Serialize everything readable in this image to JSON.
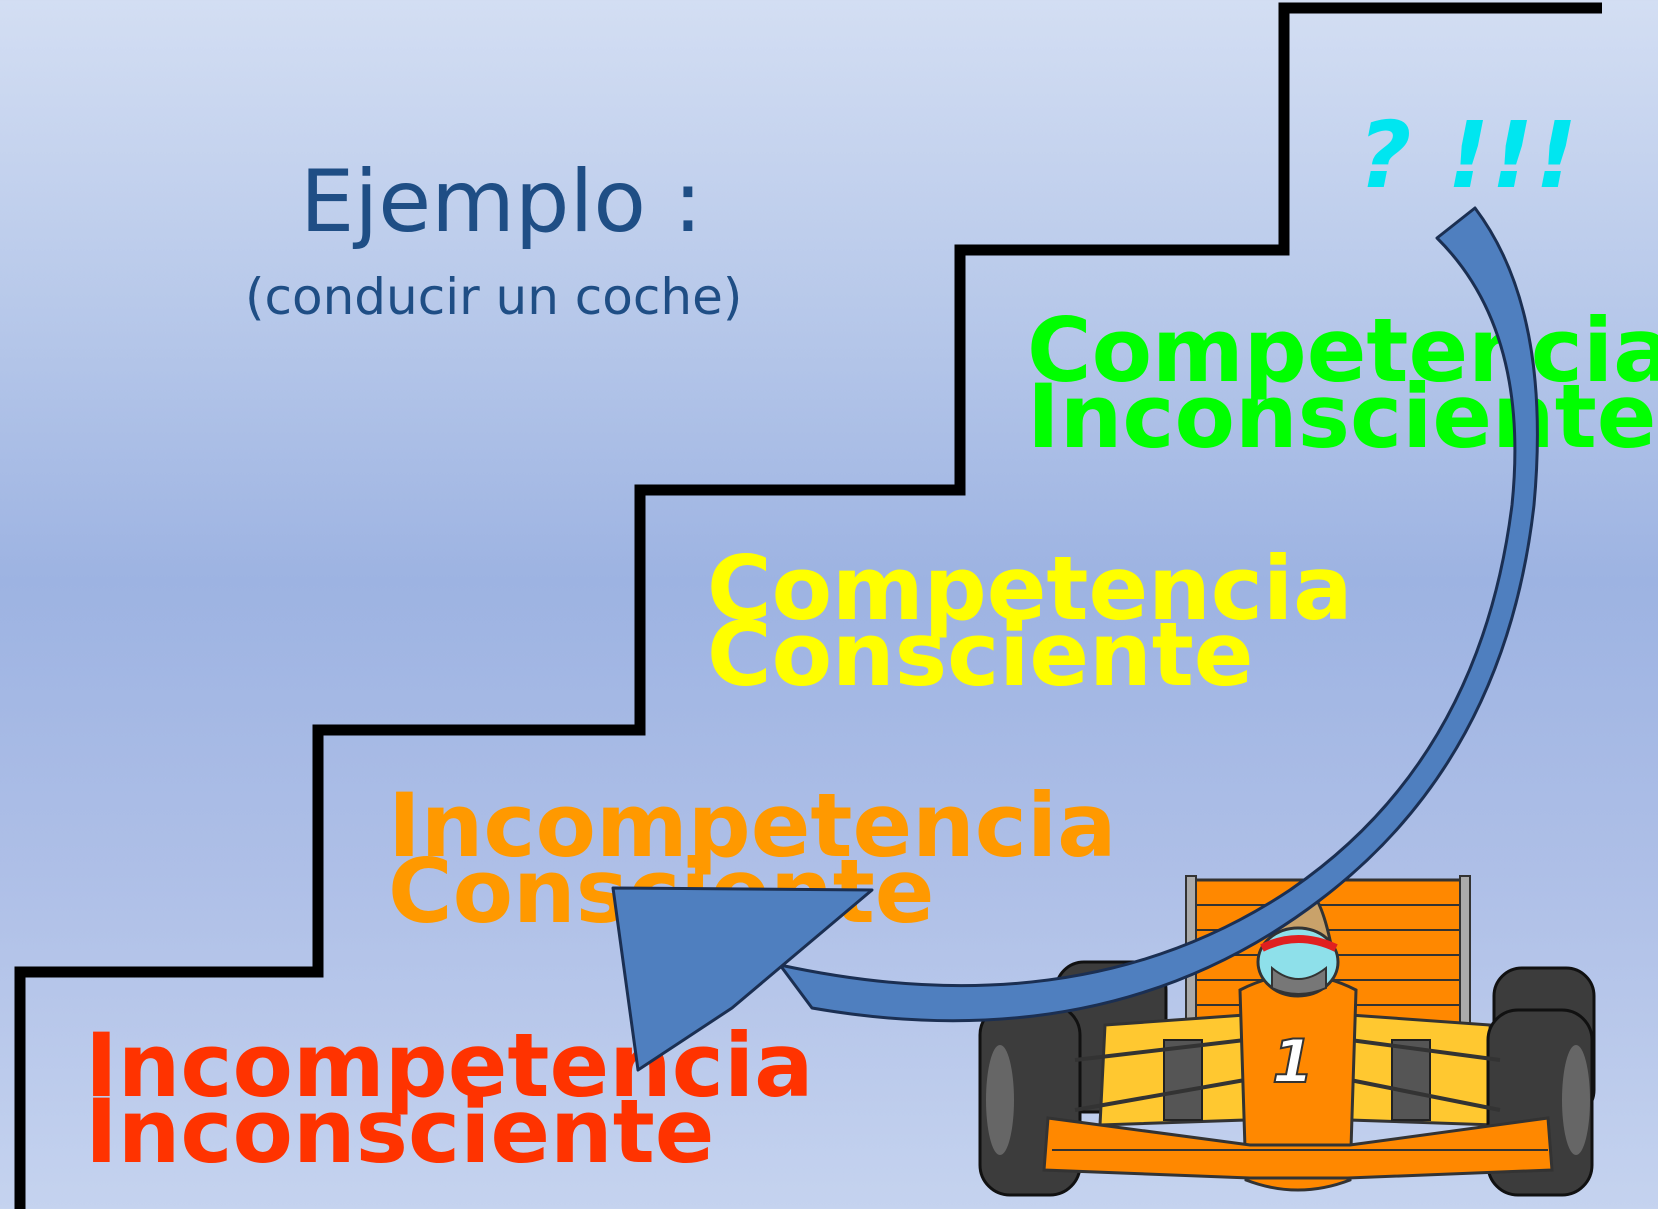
{
  "example": {
    "title": "Ejemplo :",
    "subtitle": "(conducir un coche)"
  },
  "exclamation": "? !!!",
  "stages": [
    {
      "line1": "Incompetencia",
      "line2": "Inconsciente",
      "color": "#ff3300"
    },
    {
      "line1": "Incompetencia",
      "line2": "Consciente",
      "color": "#ff9900"
    },
    {
      "line1": "Competencia",
      "line2": "Consciente",
      "color": "#ffff00"
    },
    {
      "line1": "Competencia",
      "line2": "Inconsciente",
      "color": "#00ff00"
    }
  ],
  "colors": {
    "background": "#b8c9ea",
    "title_text": "#1f4e85",
    "stairs": "#000000",
    "arrow_fill": "#4f7fbf",
    "arrow_dark": "#3f679c",
    "exclamation": "#00e6f0",
    "car_body": "#ff8800",
    "car_sidepod": "#ffc830",
    "tyres": "#3c3c3c"
  },
  "car_number": "1"
}
